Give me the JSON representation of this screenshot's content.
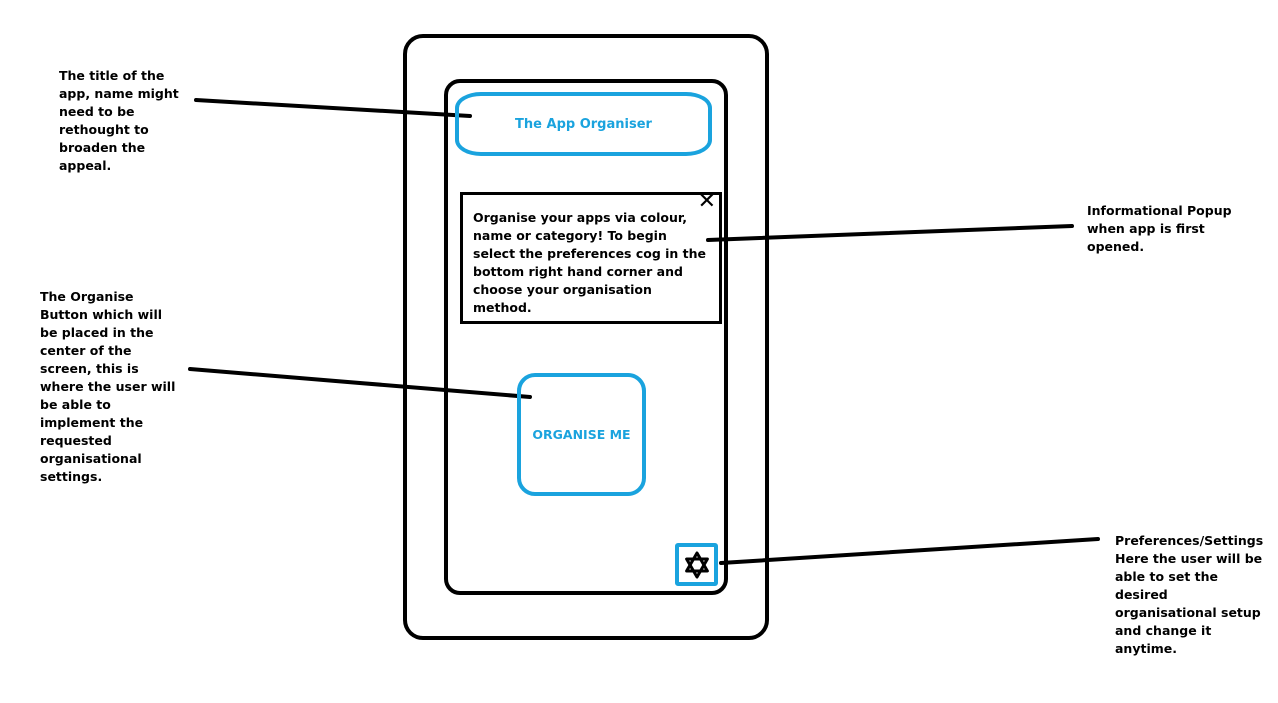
{
  "app": {
    "title": "The App Organiser",
    "popup_text": "Organise your apps via colour, name or category! To begin select the preferences cog in the bottom right hand corner and choose your organisation method.",
    "close_symbol": "✕",
    "organise_label": "ORGANISE ME",
    "settings_icon": "gear-icon"
  },
  "annotations": {
    "title": "The title of the app, name might need to be rethought to broaden the appeal.",
    "popup": "Informational Popup when app is first opened.",
    "organise": "The Organise Button which will be placed in the center of the screen, this is where the user will be able to implement the requested organisational settings.",
    "settings": "Preferences/Settings Here the user will be able to set the desired organisational setup and change it anytime."
  },
  "colors": {
    "accent": "#1aa3de",
    "outline": "#000000",
    "background": "#ffffff"
  }
}
